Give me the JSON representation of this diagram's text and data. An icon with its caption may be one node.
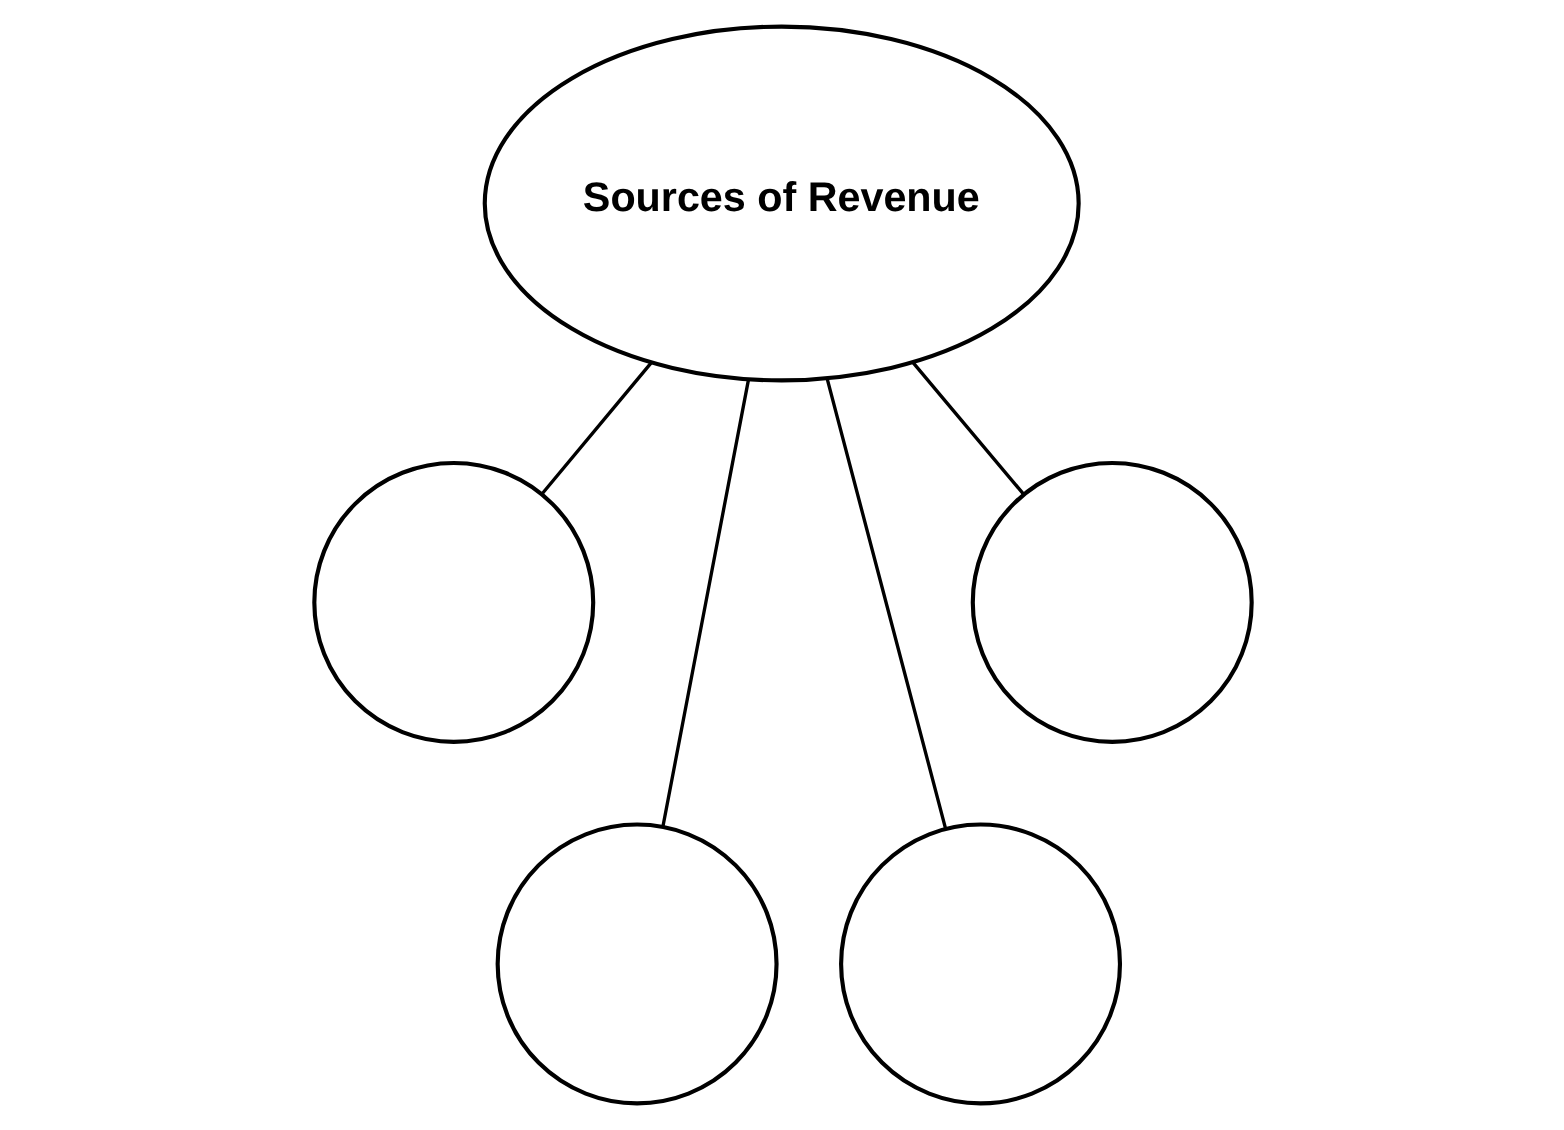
{
  "diagram": {
    "nodes": [
      {
        "text": [
          "Sources of Revenue"
        ]
      },
      {
        "text": [],
        "shape": "circle"
      },
      {
        "text": [],
        "shape": "circle"
      },
      {
        "text": [],
        "shape": "circle"
      },
      {
        "text": [],
        "shape": "circle"
      }
    ],
    "edges": [
      {
        "from": 0,
        "to": 1,
        "arrow": "none"
      },
      {
        "from": 0,
        "to": 2,
        "arrow": "none"
      },
      {
        "from": 0,
        "to": 3,
        "arrow": "none"
      },
      {
        "from": 0,
        "to": 4,
        "arrow": "none"
      }
    ]
  }
}
